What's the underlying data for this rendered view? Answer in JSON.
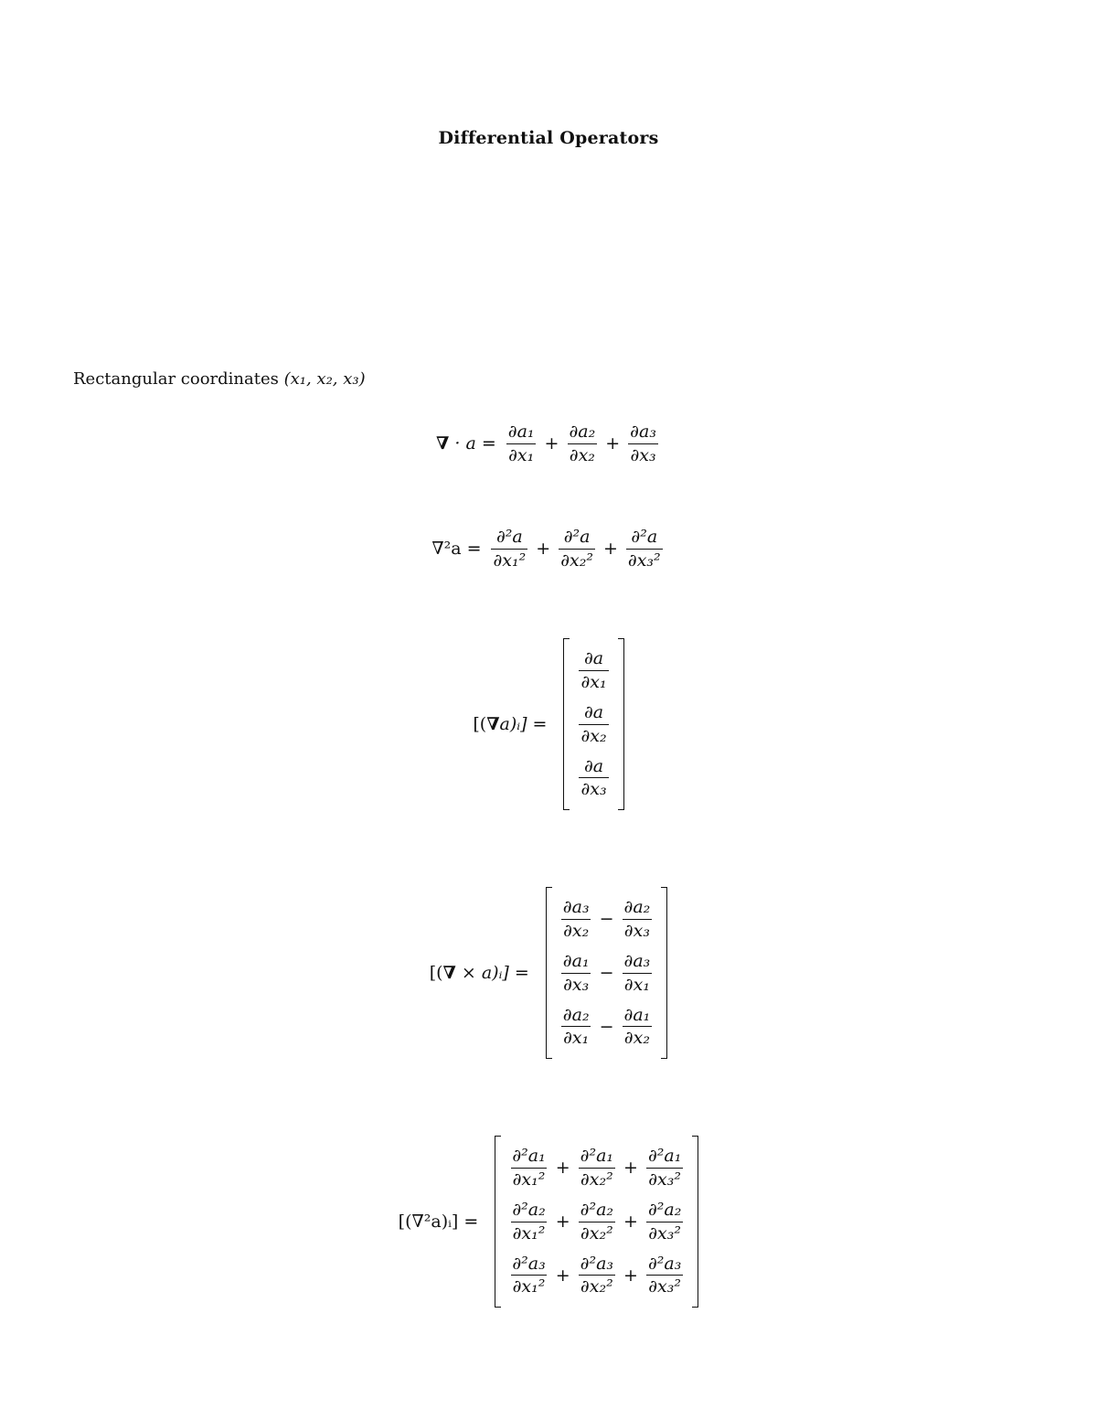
{
  "document": {
    "title": "Differential Operators",
    "section_label": "Rectangular coordinates",
    "section_coords": "(x₁, x₂, x₃)"
  },
  "equations": {
    "divergence": {
      "lhs_nabla": "∇",
      "lhs_rest": " · a =",
      "terms": [
        {
          "num": "∂a₁",
          "den": "∂x₁"
        },
        {
          "num": "∂a₂",
          "den": "∂x₂"
        },
        {
          "num": "∂a₃",
          "den": "∂x₃"
        }
      ],
      "op": "+"
    },
    "laplacian_scalar": {
      "lhs": "∇²a =",
      "terms": [
        {
          "num": "∂²a",
          "den": "∂x₁²"
        },
        {
          "num": "∂²a",
          "den": "∂x₂²"
        },
        {
          "num": "∂²a",
          "den": "∂x₃²"
        }
      ],
      "op": "+"
    },
    "gradient": {
      "lhs_open": "[(",
      "lhs_nabla": "∇",
      "lhs_close": "a)ᵢ] =",
      "rows": [
        {
          "num": "∂a",
          "den": "∂x₁"
        },
        {
          "num": "∂a",
          "den": "∂x₂"
        },
        {
          "num": "∂a",
          "den": "∂x₃"
        }
      ]
    },
    "curl": {
      "lhs_open": "[(",
      "lhs_nabla": "∇",
      "lhs_close": " × a)ᵢ] =",
      "op": "−",
      "rows": [
        {
          "a": {
            "num": "∂a₃",
            "den": "∂x₂"
          },
          "b": {
            "num": "∂a₂",
            "den": "∂x₃"
          }
        },
        {
          "a": {
            "num": "∂a₁",
            "den": "∂x₃"
          },
          "b": {
            "num": "∂a₃",
            "den": "∂x₁"
          }
        },
        {
          "a": {
            "num": "∂a₂",
            "den": "∂x₁"
          },
          "b": {
            "num": "∂a₁",
            "den": "∂x₂"
          }
        }
      ]
    },
    "vector_laplacian": {
      "lhs": "[(∇²a)ᵢ] =",
      "op": "+",
      "rows": [
        [
          {
            "num": "∂²a₁",
            "den": "∂x₁²"
          },
          {
            "num": "∂²a₁",
            "den": "∂x₂²"
          },
          {
            "num": "∂²a₁",
            "den": "∂x₃²"
          }
        ],
        [
          {
            "num": "∂²a₂",
            "den": "∂x₁²"
          },
          {
            "num": "∂²a₂",
            "den": "∂x₂²"
          },
          {
            "num": "∂²a₂",
            "den": "∂x₃²"
          }
        ],
        [
          {
            "num": "∂²a₃",
            "den": "∂x₁²"
          },
          {
            "num": "∂²a₃",
            "den": "∂x₂²"
          },
          {
            "num": "∂²a₃",
            "den": "∂x₃²"
          }
        ]
      ]
    }
  }
}
